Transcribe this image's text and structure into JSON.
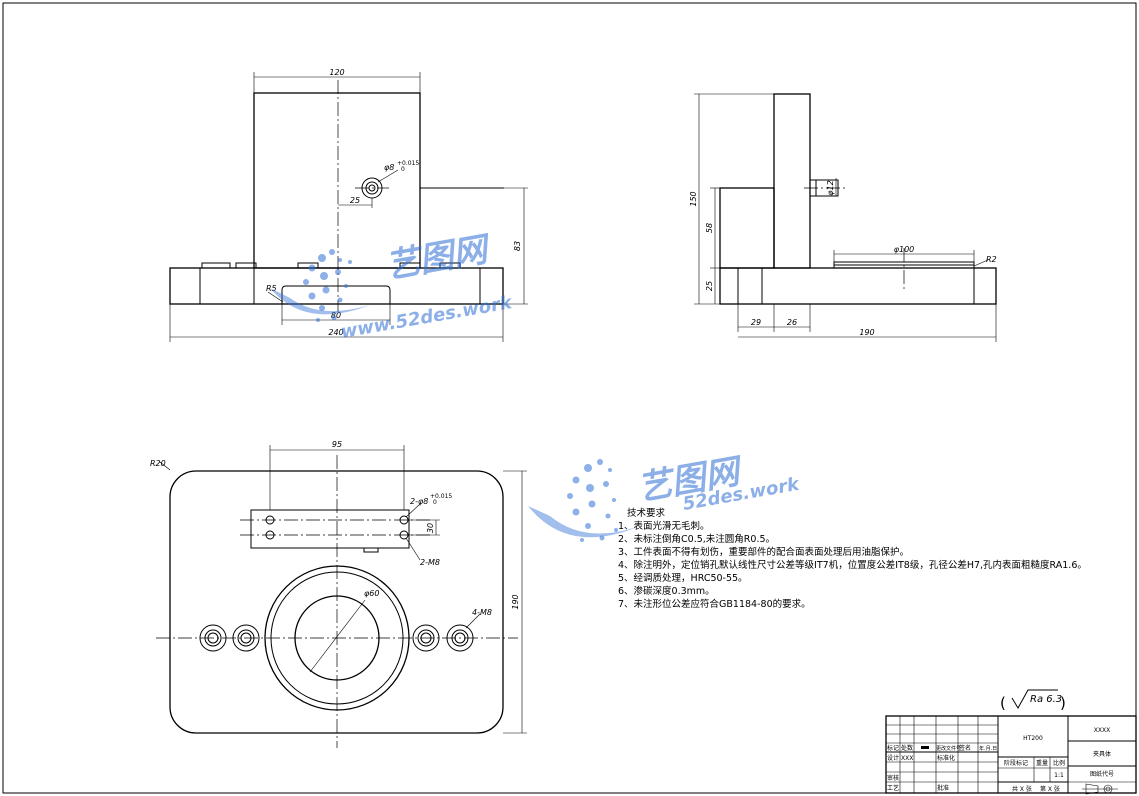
{
  "front_view": {
    "dims": {
      "width_top": "120",
      "hole_offset": "25",
      "hole_dia": "φ8",
      "hole_tol_upper": "+0.015",
      "hole_tol_lower": "0",
      "height": "83",
      "radius": "R5",
      "inner_width": "80",
      "base_width": "240"
    }
  },
  "side_view": {
    "dims": {
      "total_height": "150",
      "mid_height": "58",
      "base_height": "25",
      "pin_dia": "φ12",
      "bore_dia": "φ100",
      "radius": "R2",
      "w1": "29",
      "w2": "26",
      "depth": "190"
    }
  },
  "top_view": {
    "dims": {
      "corner_radius": "R20",
      "span": "95",
      "pin_holes": "2-φ8",
      "pin_tol_upper": "+0.015",
      "pin_tol_lower": "0",
      "spacing": "30",
      "tapped_small": "2-M8",
      "bore_dia": "φ60",
      "tapped_large": "4-M8",
      "height": "190"
    }
  },
  "requirements": {
    "title": "技术要求",
    "items": [
      "1、表面光滑无毛刺。",
      "2、未标注倒角C0.5,未注圆角R0.5。",
      "3、工件表面不得有划伤，重要部件的配合面表面处理后用油脂保护。",
      "4、除注明外，定位销孔默认线性尺寸公差等级IT7机，位置度公差IT8级，孔径公差H7,孔内表面粗糙度RA1.6。",
      "5、经调质处理，HRC50-55。",
      "6、渗碳深度0.3mm。",
      "7、未注形位公差应符合GB1184-80的要求。"
    ]
  },
  "surface_roughness": {
    "label": "Ra 6.3"
  },
  "title_block": {
    "material": "HT200",
    "code": "XXXX",
    "part_name": "夹具体",
    "stage_mark": "阶段标记",
    "weight": "重量",
    "scale_label": "比例",
    "scale": "1:1",
    "drawing_no": "图纸代号",
    "sheet_total": "共 X 张",
    "sheet_no": "第 X 张",
    "row_labels": {
      "mark": "标记",
      "count": "处数",
      "zone": "分区",
      "change_doc": "更改文件号",
      "sign": "签名",
      "date": "年.月.日",
      "design": "设计",
      "designer": "XXX",
      "standardize": "标准化",
      "check": "审核",
      "process": "工艺",
      "approve": "批准"
    }
  },
  "watermarks": [
    {
      "cn": "艺图网",
      "url": "www.52des.work"
    },
    {
      "cn": "艺图网",
      "url": "52des.work"
    }
  ]
}
